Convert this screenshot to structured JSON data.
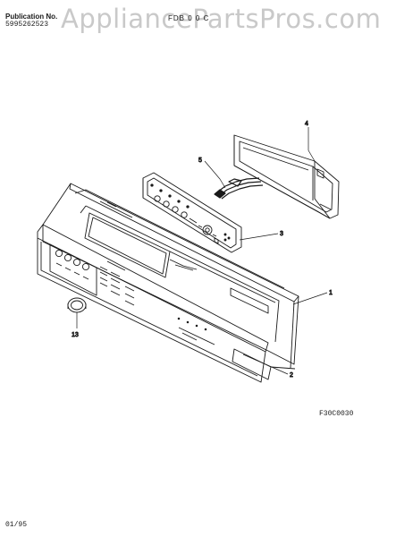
{
  "header": {
    "publication_label": "Publication No.",
    "publication_number": "5995262523",
    "model_partial": "FDB 0 0 C"
  },
  "watermark": "AppliancePartsPros.com",
  "figure_code": "F30C0030",
  "date": "01/95",
  "callouts": [
    {
      "id": "1",
      "label": "1"
    },
    {
      "id": "2",
      "label": "2"
    },
    {
      "id": "3",
      "label": "3"
    },
    {
      "id": "4",
      "label": "4"
    },
    {
      "id": "5",
      "label": "5"
    },
    {
      "id": "13",
      "label": "13"
    }
  ]
}
